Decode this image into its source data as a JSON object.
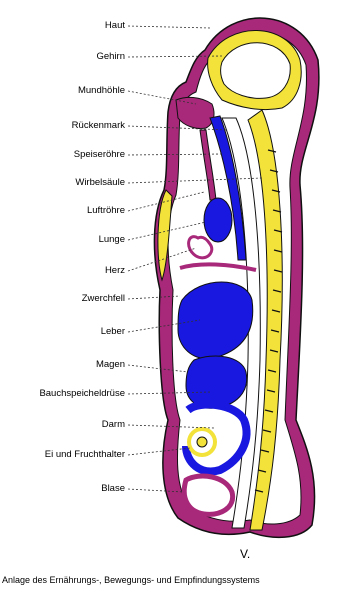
{
  "labels": [
    "Haut",
    "Gehirn",
    "Mundhöhle",
    "Rückenmark",
    "Speiseröhre",
    "Wirbelsäule",
    "Luftröhre",
    "Lunge",
    "Herz",
    "Zwerchfell",
    "Leber",
    "Magen",
    "Bauchspeicheldrüse",
    "Darm",
    "Ei und Fruchthalter",
    "Blase"
  ],
  "figure_mark": "V.",
  "caption": "Anlage des Ernährungs-, Bewegungs- und Empfindungssystems",
  "colors": {
    "skin": "#a8287a",
    "bone": "#f2e23a",
    "organ": "#1818e0",
    "outline": "#111111",
    "background": "#ffffff"
  }
}
